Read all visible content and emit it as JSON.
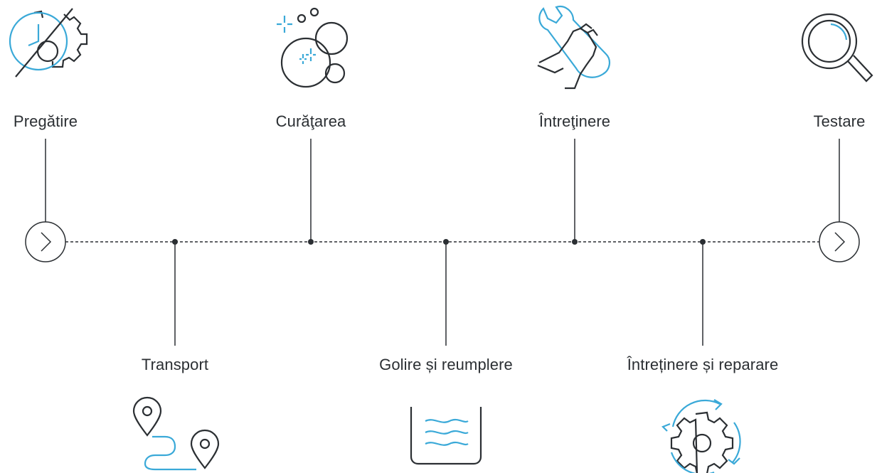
{
  "steps": {
    "top": [
      {
        "label": "Pregătire",
        "icon": "clock-gear-icon"
      },
      {
        "label": "Curăţarea",
        "icon": "bubbles-icon"
      },
      {
        "label": "Întreţinere",
        "icon": "hand-wrench-icon"
      },
      {
        "label": "Testare",
        "icon": "magnifier-icon"
      }
    ],
    "bottom": [
      {
        "label": "Transport",
        "icon": "route-pins-icon"
      },
      {
        "label": "Golire și reumplere",
        "icon": "water-container-icon"
      },
      {
        "label": "Întreținere și reparare",
        "icon": "gear-cycle-icon"
      }
    ]
  },
  "colors": {
    "line": "#2b2f33",
    "accent": "#3aa9d8"
  },
  "icons": {
    "start": "chevron-right-circle-icon",
    "end": "chevron-right-circle-icon"
  }
}
